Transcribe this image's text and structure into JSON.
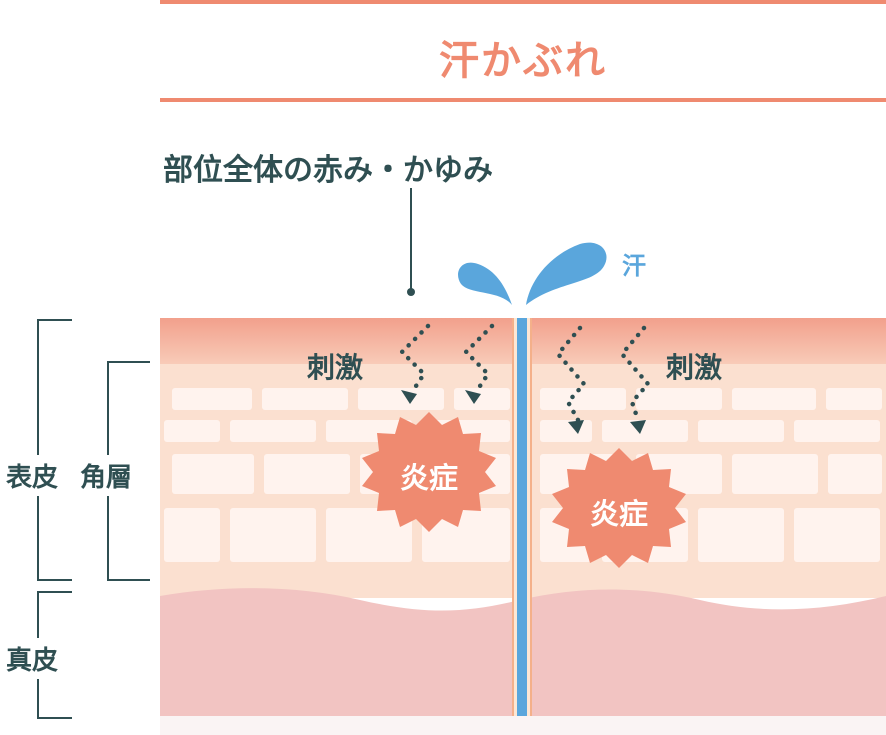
{
  "title": "汗かぶれ",
  "symptom": "部位全体の赤み・かゆみ",
  "sweat": "汗",
  "stimulus_left": "刺激",
  "stimulus_right": "刺激",
  "inflammation_left": "炎症",
  "inflammation_right": "炎症",
  "layers": {
    "epidermis": "表皮",
    "stratum_corneum": "角層",
    "dermis": "真皮"
  },
  "colors": {
    "accent": "#ef8a70",
    "text": "#2f4f52",
    "sweat": "#5aa6dc",
    "corneum_top": "#f2a08c",
    "epidermis": "#fbe0d0",
    "dermis": "#f2c4c2",
    "cell": "#fff3ee"
  }
}
